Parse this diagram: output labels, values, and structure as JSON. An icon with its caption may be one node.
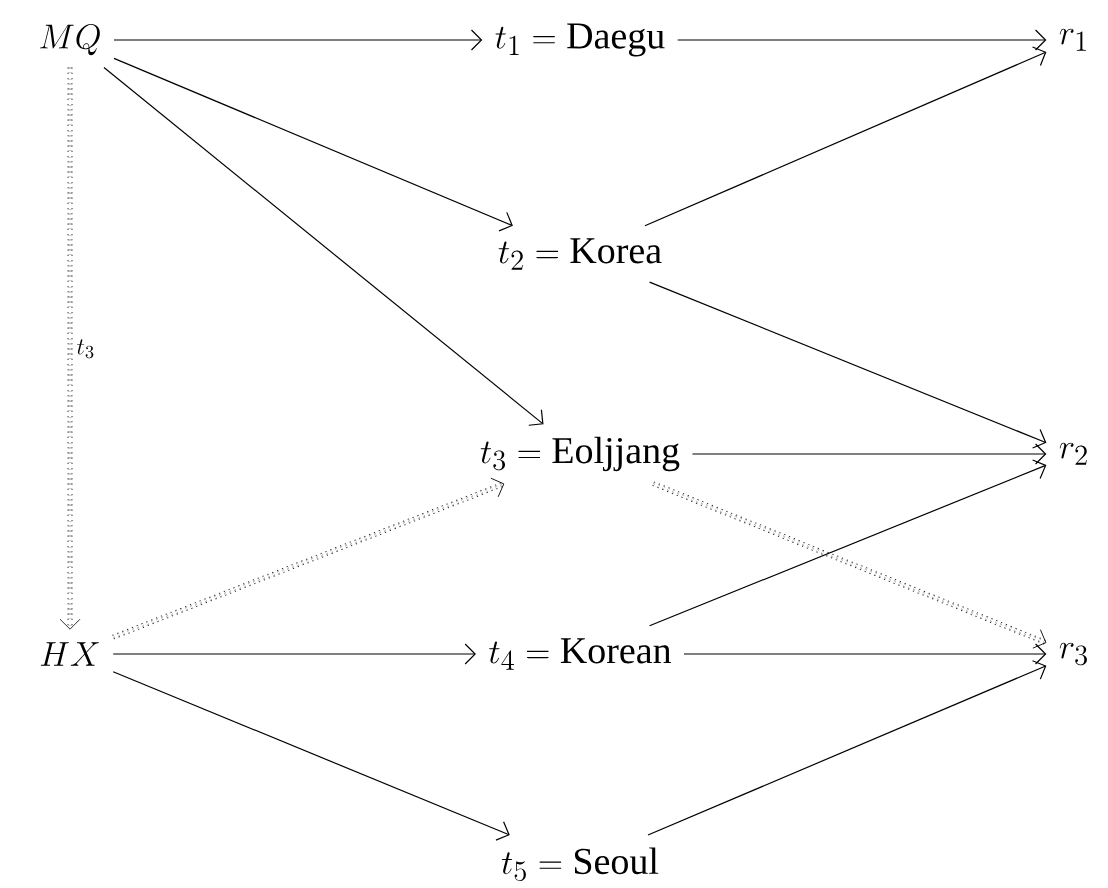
{
  "diagram": {
    "nodes": [
      {
        "text": [
          "MQ"
        ]
      },
      {
        "text": [
          "t_1 = \\mathrm{Daegu}"
        ]
      },
      {
        "text": [
          "r_1"
        ]
      },
      {
        "text": [
          "t_2 = \\mathrm{Korea}"
        ]
      },
      {
        "text": [
          "t_3 = \\mathrm{Eoljjang}"
        ]
      },
      {
        "text": [
          "r_2"
        ]
      },
      {
        "text": [
          "HX"
        ]
      },
      {
        "text": [
          "t_4 = \\mathrm{Korean}"
        ]
      },
      {
        "text": [
          "r_3"
        ]
      },
      {
        "text": [
          "t_5 = \\mathrm{Seoul}"
        ]
      }
    ],
    "edges": [
      {
        "from": 0,
        "to": 1,
        "arrow": "to"
      },
      {
        "from": 0,
        "to": 3,
        "arrow": "to"
      },
      {
        "from": 0,
        "to": 4,
        "arrow": "to"
      },
      {
        "from": 0,
        "to": 6,
        "arrow": "to",
        "style": "dashed",
        "label": "t_3"
      },
      {
        "from": 6,
        "to": 4,
        "arrow": "to",
        "style": "dashed"
      },
      {
        "from": 6,
        "to": 7,
        "arrow": "to"
      },
      {
        "from": 6,
        "to": 9,
        "arrow": "to"
      },
      {
        "from": 1,
        "to": 2,
        "arrow": "to"
      },
      {
        "from": 3,
        "to": 2,
        "arrow": "to"
      },
      {
        "from": 3,
        "to": 5,
        "arrow": "to"
      },
      {
        "from": 4,
        "to": 5,
        "arrow": "to"
      },
      {
        "from": 4,
        "to": 8,
        "arrow": "to",
        "style": "dashed"
      },
      {
        "from": 7,
        "to": 5,
        "arrow": "to"
      },
      {
        "from": 7,
        "to": 8,
        "arrow": "to"
      },
      {
        "from": 9,
        "to": 8,
        "arrow": "to"
      }
    ]
  }
}
